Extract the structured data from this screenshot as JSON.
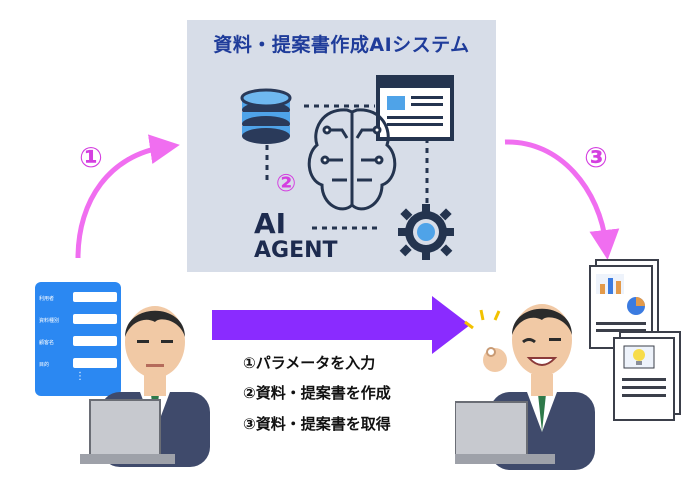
{
  "system": {
    "title": "資料・提案書作成AIシステム",
    "step_label": "②",
    "ai_line1": "AI",
    "ai_line2": "AGENT"
  },
  "steps": {
    "one": "①",
    "three": "③"
  },
  "legend": [
    "①パラメータを入力",
    "②資料・提案書を作成",
    "③資料・提案書を取得"
  ],
  "form": {
    "fields": [
      "利用者",
      "資料種別",
      "顧客名",
      "目的"
    ],
    "more": "⋮"
  },
  "colors": {
    "system_bg": "#d7dde8",
    "title": "#1f3c9a",
    "step": "#d43fe0",
    "arrow_magenta": "#f06ef0",
    "arrow_purple": "#8a2bff",
    "form_bg": "#2b88f2"
  }
}
